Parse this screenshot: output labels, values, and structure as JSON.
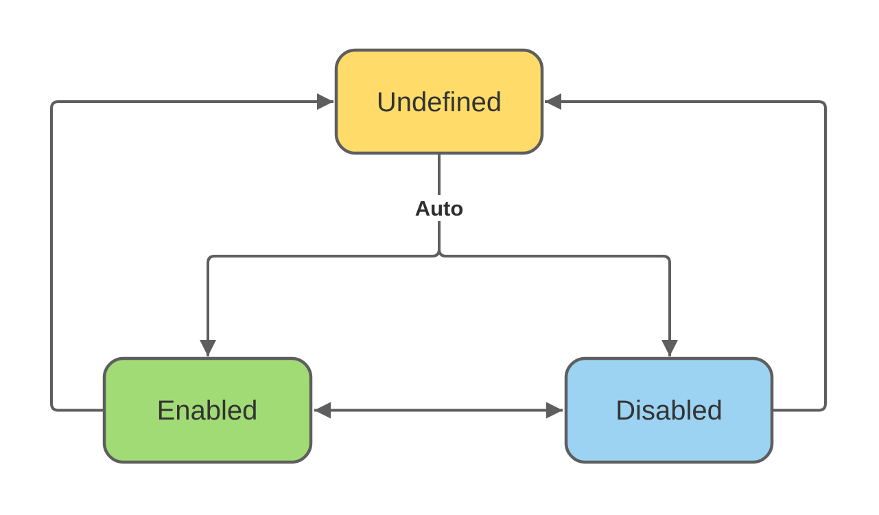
{
  "diagram": {
    "type": "state-diagram",
    "background": "#FFFFFF",
    "nodes": [
      {
        "id": "undefined",
        "label": "Undefined",
        "fill": "#FFDC69"
      },
      {
        "id": "enabled",
        "label": "Enabled",
        "fill": "#A1DB75"
      },
      {
        "id": "disabled",
        "label": "Disabled",
        "fill": "#9DD3F2"
      }
    ],
    "edges": [
      {
        "from": "Undefined",
        "to": "Enabled and Disabled",
        "label": "Auto",
        "style": "split-branch"
      },
      {
        "from": "Enabled",
        "to": "Disabled",
        "label": "",
        "style": "straight"
      },
      {
        "from": "Disabled",
        "to": "Enabled",
        "label": "",
        "style": "straight"
      },
      {
        "from": "Enabled",
        "to": "Undefined",
        "label": "",
        "style": "orthogonal-left-loop"
      },
      {
        "from": "Disabled",
        "to": "Undefined",
        "label": "",
        "style": "orthogonal-right-loop"
      }
    ],
    "colors": {
      "stroke": "#5E5E5E",
      "node_border": "#5E5E5E",
      "node_text": "#333333",
      "edge_label_text": "#2E2E2E",
      "undefined_fill": "#FFDC69",
      "enabled_fill": "#A1DB75",
      "disabled_fill": "#9DD3F2"
    }
  }
}
